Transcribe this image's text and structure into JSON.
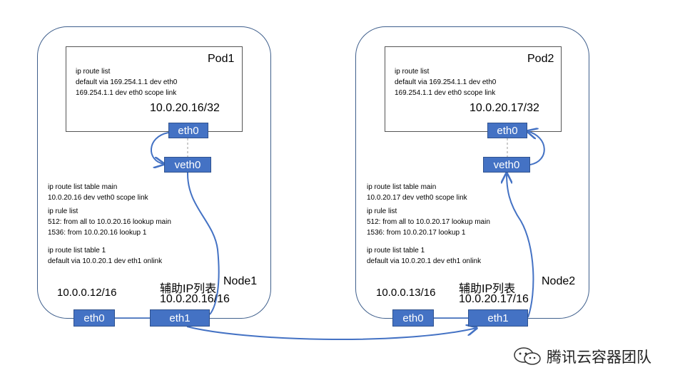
{
  "nodes": [
    {
      "name": "Node1",
      "pod": {
        "title": "Pod1",
        "routes": [
          "ip route list",
          "default via 169.254.1.1 dev eth0",
          "169.254.1.1 dev eth0 scope link"
        ],
        "ip": "10.0.20.16/32",
        "iface": "eth0"
      },
      "veth": "veth0",
      "route_main": [
        "ip route list table main",
        "10.0.20.16 dev veth0 scope link"
      ],
      "rules": [
        "ip rule list",
        "512: from all to 10.0.20.16 lookup main",
        "1536: from 10.0.20.16 lookup 1"
      ],
      "route_table1": [
        "ip route list table 1",
        "default via 10.0.20.1 dev eth1 onlink"
      ],
      "primary_ip": "10.0.0.12/16",
      "secondary_title": "辅助IP列表",
      "secondary_ip": "10.0.20.16/16",
      "eth0": "eth0",
      "eth1": "eth1"
    },
    {
      "name": "Node2",
      "pod": {
        "title": "Pod2",
        "routes": [
          "ip route list",
          "default via 169.254.1.1 dev eth0",
          "169.254.1.1 dev eth0 scope link"
        ],
        "ip": "10.0.20.17/32",
        "iface": "eth0"
      },
      "veth": "veth0",
      "route_main": [
        "ip route list table main",
        "10.0.20.17 dev veth0 scope link"
      ],
      "rules": [
        "ip rule list",
        "512: from all to 10.0.20.17 lookup main",
        "1536: from 10.0.20.17 lookup 1"
      ],
      "route_table1": [
        "ip route list table 1",
        "default via 10.0.20.1 dev eth1 onlink"
      ],
      "primary_ip": "10.0.0.13/16",
      "secondary_title": "辅助IP列表",
      "secondary_ip": "10.0.20.17/16",
      "eth0": "eth0",
      "eth1": "eth1"
    }
  ],
  "watermark": "腾讯云容器团队",
  "colors": {
    "interface_fill": "#4472c4",
    "node_border": "#3f5f8c",
    "link": "#4472c4"
  }
}
